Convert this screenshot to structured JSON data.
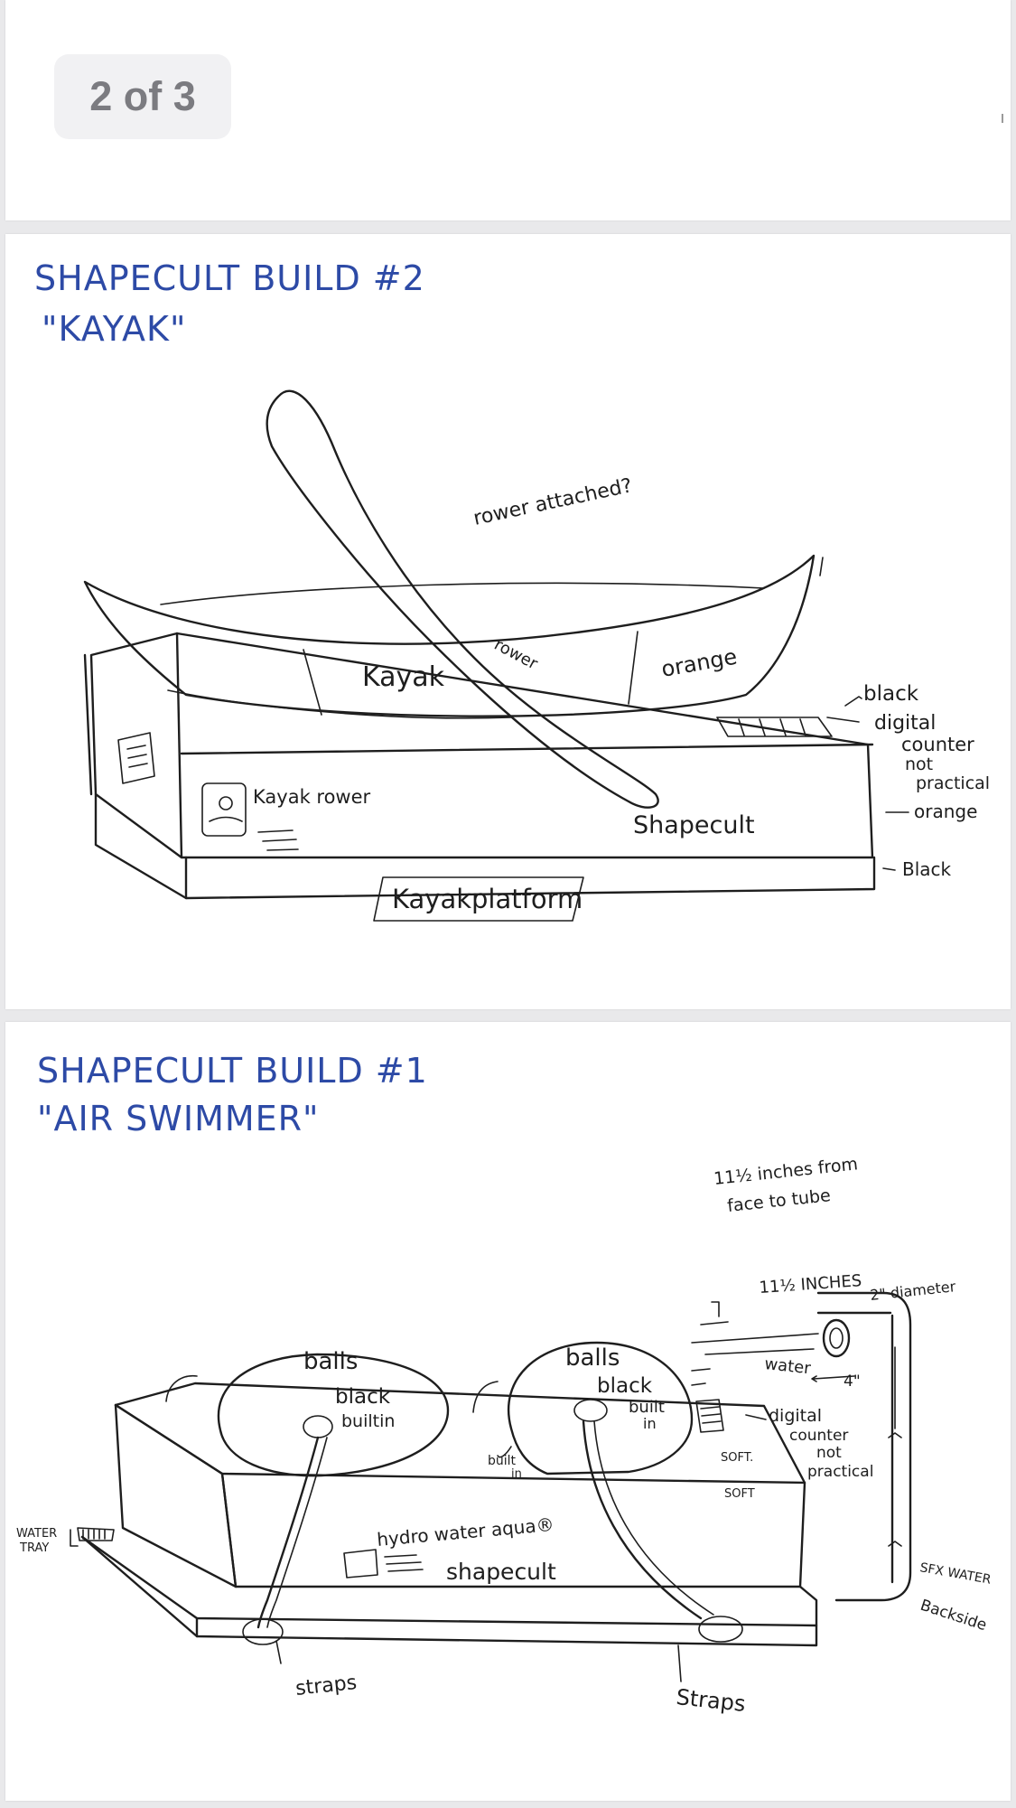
{
  "page_indicator": "2 of 3",
  "kayak_sheet": {
    "title_line1": "SHAPECULT BUILD #2",
    "title_line2": "\"KAYAK\"",
    "notes": {
      "rower_attached": "rower attached?",
      "kayak": "Kayak",
      "rower": "rower",
      "orange_boat": "orange",
      "black": "black",
      "digital": "digital",
      "counter": "counter",
      "not": "not",
      "practical": "practical",
      "orange_side": "orange",
      "black_base": "Black",
      "kayak_rower": "Kayak rower",
      "shapecult": "Shapecult",
      "platform": "Kayakplatform"
    }
  },
  "swimmer_sheet": {
    "title_line1": "SHAPECULT BUILD #1",
    "title_line2": "\"AIR SWIMMER\"",
    "notes": {
      "inches_from_1": "11½ inches from",
      "inches_from_2": "face to tube",
      "inches": "11½ INCHES",
      "diameter": "2\" diameter",
      "water": "water",
      "four_inch": "4\"",
      "balls_left": "balls",
      "black_left": "black",
      "builtin_left": "builtin",
      "balls_right": "balls",
      "black_right": "black",
      "built_right": "built",
      "in_right": "in",
      "built_mid": "built",
      "in_mid": "in",
      "digital": "digital",
      "counter": "counter",
      "not": "not",
      "practical": "practical",
      "soft1": "SOFT.",
      "soft2": "SOFT",
      "hydro": "hydro water aqua®",
      "shapecult": "shapecult",
      "water_tray_1": "WATER",
      "water_tray_2": "TRAY",
      "sfx_water": "SFX WATER",
      "backside": "Backside",
      "straps_left": "straps",
      "straps_right": "Straps"
    }
  }
}
